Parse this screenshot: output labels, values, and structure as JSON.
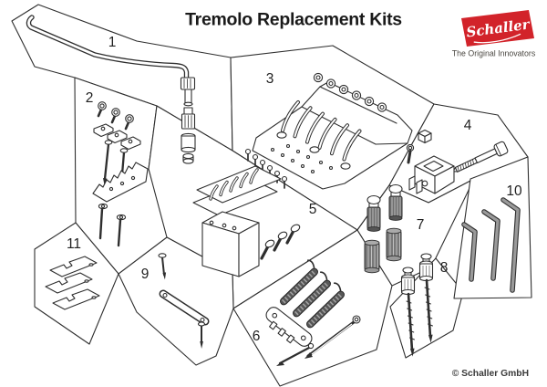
{
  "header": {
    "title": "Tremolo Replacement Kits"
  },
  "logo": {
    "brand": "Schaller",
    "tagline": "The Original Innovators",
    "brand_color": "#d2232a"
  },
  "diagram": {
    "line_color": "#2e2e2e",
    "cells": [
      {
        "number": "1"
      },
      {
        "number": "2"
      },
      {
        "number": "3"
      },
      {
        "number": "4"
      },
      {
        "number": "5"
      },
      {
        "number": "6"
      },
      {
        "number": "7"
      },
      {
        "number": "8"
      },
      {
        "number": "9"
      },
      {
        "number": "10"
      },
      {
        "number": "11"
      }
    ]
  },
  "footer": {
    "copyright": "© Schaller GmbH"
  }
}
